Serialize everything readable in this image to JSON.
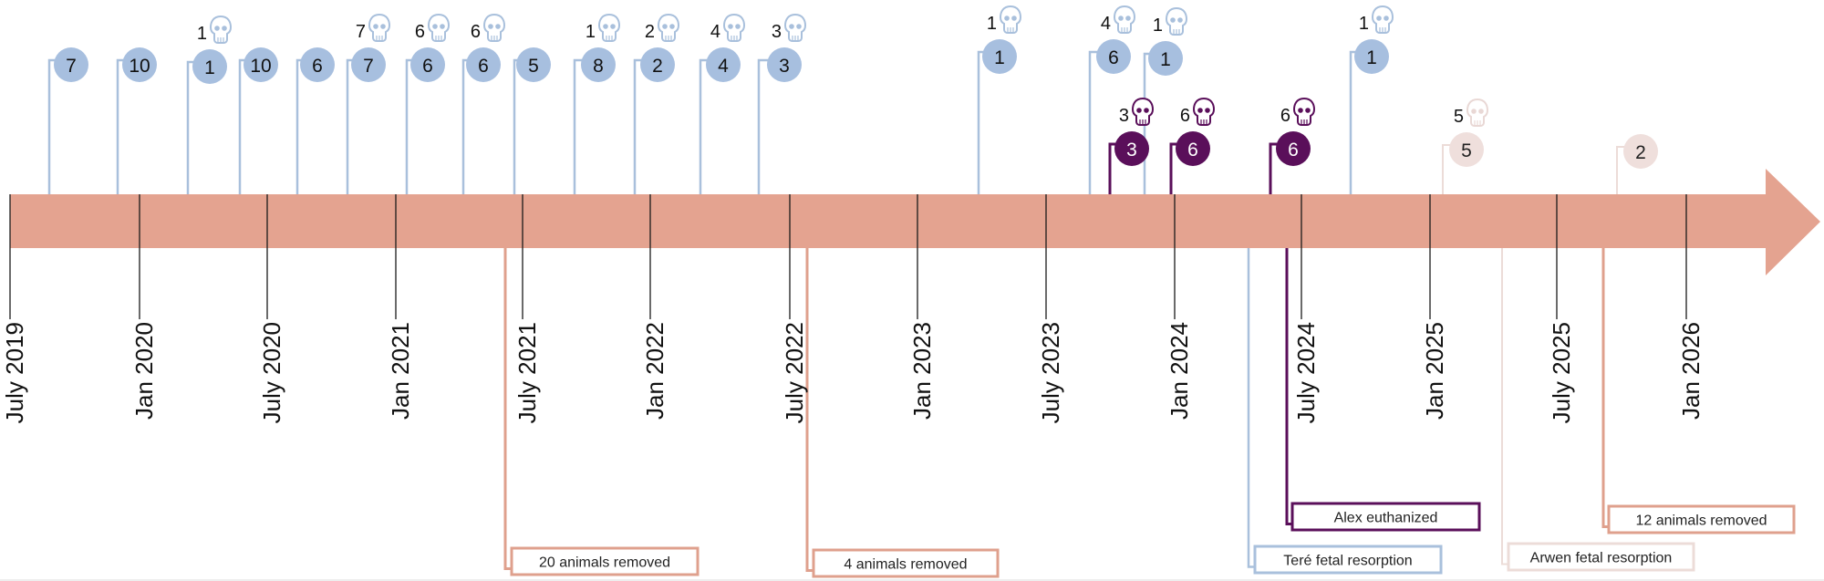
{
  "colors": {
    "bar": "#e4a390",
    "tick": "#1a1a1a",
    "blue": "#a7bfdf",
    "blue_stroke": "#a9c0dc",
    "purple": "#5a0f5a",
    "pale": "#efdfdc",
    "pale_stroke": "#ecdcd8",
    "salmon_stroke": "#dfa08d"
  },
  "ticks": [
    "July 2019",
    "Jan 2020",
    "July 2020",
    "Jan 2021",
    "July 2021",
    "Jan 2022",
    "July 2022",
    "Jan 2023",
    "July 2023",
    "Jan 2024",
    "July 2024",
    "Jan 2025",
    "July 2025",
    "Jan 2026"
  ],
  "events": [
    {
      "count": "7",
      "style": "blue"
    },
    {
      "count": "10",
      "style": "blue"
    },
    {
      "count": "1",
      "style": "blue",
      "deaths": "1"
    },
    {
      "count": "10",
      "style": "blue"
    },
    {
      "count": "6",
      "style": "blue"
    },
    {
      "count": "7",
      "style": "blue",
      "deaths": "7"
    },
    {
      "count": "6",
      "style": "blue",
      "deaths": "6"
    },
    {
      "count": "6",
      "style": "blue",
      "deaths": "6"
    },
    {
      "count": "5",
      "style": "blue"
    },
    {
      "count": "8",
      "style": "blue",
      "deaths": "1"
    },
    {
      "count": "2",
      "style": "blue",
      "deaths": "2"
    },
    {
      "count": "4",
      "style": "blue",
      "deaths": "4"
    },
    {
      "count": "3",
      "style": "blue",
      "deaths": "3"
    },
    {
      "count": "1",
      "style": "blue",
      "deaths": "1"
    },
    {
      "count": "6",
      "style": "blue",
      "deaths": "4"
    },
    {
      "count": "1",
      "style": "blue",
      "deaths": "1"
    },
    {
      "count": "1",
      "style": "blue",
      "deaths": "1"
    },
    {
      "count": "3",
      "style": "purple",
      "deaths": "3"
    },
    {
      "count": "6",
      "style": "purple",
      "deaths": "6"
    },
    {
      "count": "6",
      "style": "purple",
      "deaths": "6"
    },
    {
      "count": "5",
      "style": "pale",
      "deaths": "5"
    },
    {
      "count": "2",
      "style": "pale"
    }
  ],
  "callouts": [
    {
      "text": "20 animals removed",
      "style": "salmon"
    },
    {
      "text": "4 animals removed",
      "style": "salmon"
    },
    {
      "text": "Teré fetal resorption",
      "style": "blue"
    },
    {
      "text": "Alex euthanized",
      "style": "purple"
    },
    {
      "text": "Arwen fetal resorption",
      "style": "pale"
    },
    {
      "text": "12 animals removed",
      "style": "salmon"
    }
  ]
}
